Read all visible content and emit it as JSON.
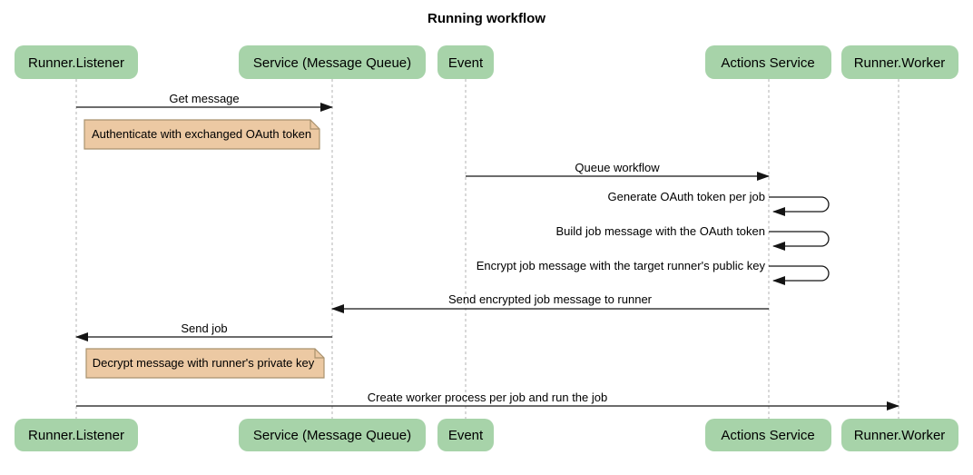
{
  "title": "Running workflow",
  "participants": [
    {
      "label": "Runner.Listener"
    },
    {
      "label": "Service (Message Queue)"
    },
    {
      "label": "Event"
    },
    {
      "label": "Actions Service"
    },
    {
      "label": "Runner.Worker"
    }
  ],
  "messages": [
    {
      "label": "Get message",
      "from": "Runner.Listener",
      "to": "Service (Message Queue)",
      "type": "arrow"
    },
    {
      "label": "Queue workflow",
      "from": "Event",
      "to": "Actions Service",
      "type": "arrow"
    },
    {
      "label": "Generate OAuth token per job",
      "from": "Actions Service",
      "to": "Actions Service",
      "type": "self"
    },
    {
      "label": "Build job message with the OAuth token",
      "from": "Actions Service",
      "to": "Actions Service",
      "type": "self"
    },
    {
      "label": "Encrypt job message with the target runner's public key",
      "from": "Actions Service",
      "to": "Actions Service",
      "type": "self"
    },
    {
      "label": "Send encrypted job message to runner",
      "from": "Actions Service",
      "to": "Service (Message Queue)",
      "type": "arrow"
    },
    {
      "label": "Send job",
      "from": "Service (Message Queue)",
      "to": "Runner.Listener",
      "type": "arrow"
    },
    {
      "label": "Create worker process per job and run the job",
      "from": "Runner.Listener",
      "to": "Runner.Worker",
      "type": "arrow"
    }
  ],
  "notes": [
    {
      "label": "Authenticate with exchanged OAuth token",
      "over": "Runner.Listener"
    },
    {
      "label": "Decrypt message with runner's private key",
      "over": "Runner.Listener"
    }
  ],
  "colors": {
    "actor_fill": "#a7d3a9",
    "note_fill": "#ecc9a3",
    "note_border": "#a9926e",
    "lifeline": "#b3b3b3",
    "arrow": "#141414",
    "text": "#000000",
    "background": "#ffffff"
  }
}
